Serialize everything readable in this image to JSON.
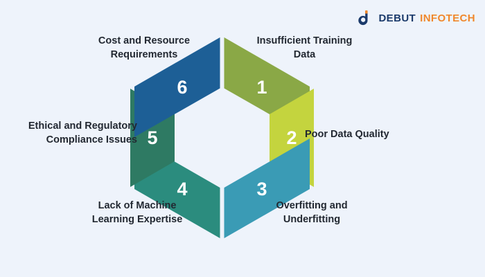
{
  "background_color": "#eef3fb",
  "brand": {
    "mark_name": "debut-infotech-d-mark",
    "mark_color": "#1b3a6b",
    "mark_accent_color": "#f0882c",
    "name_primary": "DEBUT",
    "name_secondary": "INFOTECH"
  },
  "diagram": {
    "type": "hexagon-ring",
    "center_empty": true,
    "gap_color": "#ffffff",
    "number_color": "#ffffff",
    "label_color": "#222831",
    "segments": [
      {
        "number": "1",
        "label": "Insufficient Training\nData",
        "color": "#8aa846",
        "position": "top-right"
      },
      {
        "number": "2",
        "label": "Poor Data Quality",
        "color": "#c4d43e",
        "position": "right"
      },
      {
        "number": "3",
        "label": "Overfitting and\nUnderfitting",
        "color": "#3a9bb5",
        "position": "bottom-right"
      },
      {
        "number": "4",
        "label": "Lack of Machine\nLearning Expertise",
        "color": "#2b8c7e",
        "position": "bottom-left"
      },
      {
        "number": "5",
        "label": "Ethical and Regulatory\nCompliance Issues",
        "color": "#2e7a63",
        "position": "left"
      },
      {
        "number": "6",
        "label": "Cost and Resource\nRequirements",
        "color": "#1d5f96",
        "position": "top-left"
      }
    ]
  }
}
